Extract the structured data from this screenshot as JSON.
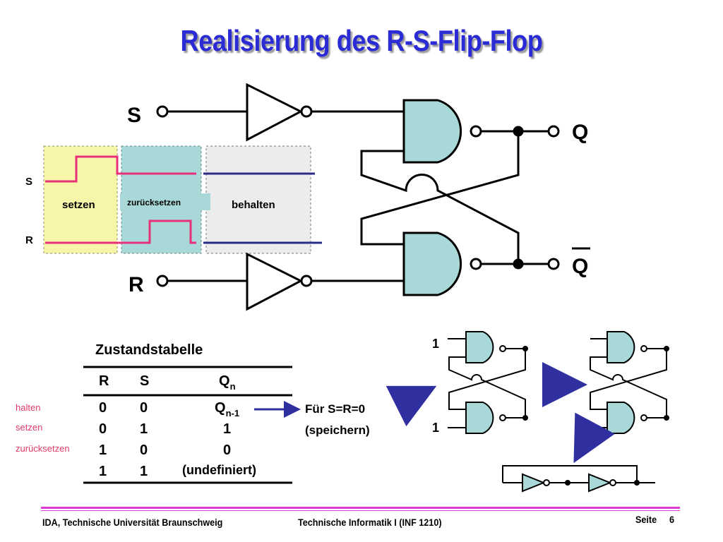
{
  "title": "Realisierung des R-S-Flip-Flop",
  "circuit": {
    "input_s": "S",
    "input_r": "R",
    "output_q": "Q",
    "output_qbar": "Q"
  },
  "timing": {
    "signal_s": "S",
    "signal_r": "R",
    "phases": [
      "setzen",
      "zurücksetzen",
      "behalten"
    ]
  },
  "table": {
    "title": "Zustandstabelle",
    "headers": {
      "r": "R",
      "s": "S",
      "q": "Q",
      "q_sub": "n"
    },
    "rows": [
      {
        "label": "halten",
        "r": "0",
        "s": "0",
        "q": "Q",
        "q_sub": "n-1"
      },
      {
        "label": "setzen",
        "r": "0",
        "s": "1",
        "q": "1",
        "q_sub": ""
      },
      {
        "label": "zurücksetzen",
        "r": "1",
        "s": "0",
        "q": "0",
        "q_sub": ""
      },
      {
        "label": "",
        "r": "1",
        "s": "1",
        "q": "(undefiniert)",
        "q_sub": ""
      }
    ]
  },
  "note": {
    "line1": "Für S=R=0",
    "line2": "(speichern)"
  },
  "small_circuit": {
    "in_top": "1",
    "in_bottom": "1"
  },
  "footer": {
    "left": "IDA, Technische Universität Braunschweig",
    "center": "Technische Informatik I (INF 1210)",
    "page_label": "Seite",
    "page_number": "6"
  },
  "colors": {
    "title": "#2b2bd6",
    "gate_fill": "#a9d8d8",
    "signal_pink": "#e8307a",
    "signal_blue": "#2b2b8c",
    "arrow_blue": "#2f2fa0",
    "row_label": "#e23a6a",
    "footer_line": "#e23ad8"
  }
}
